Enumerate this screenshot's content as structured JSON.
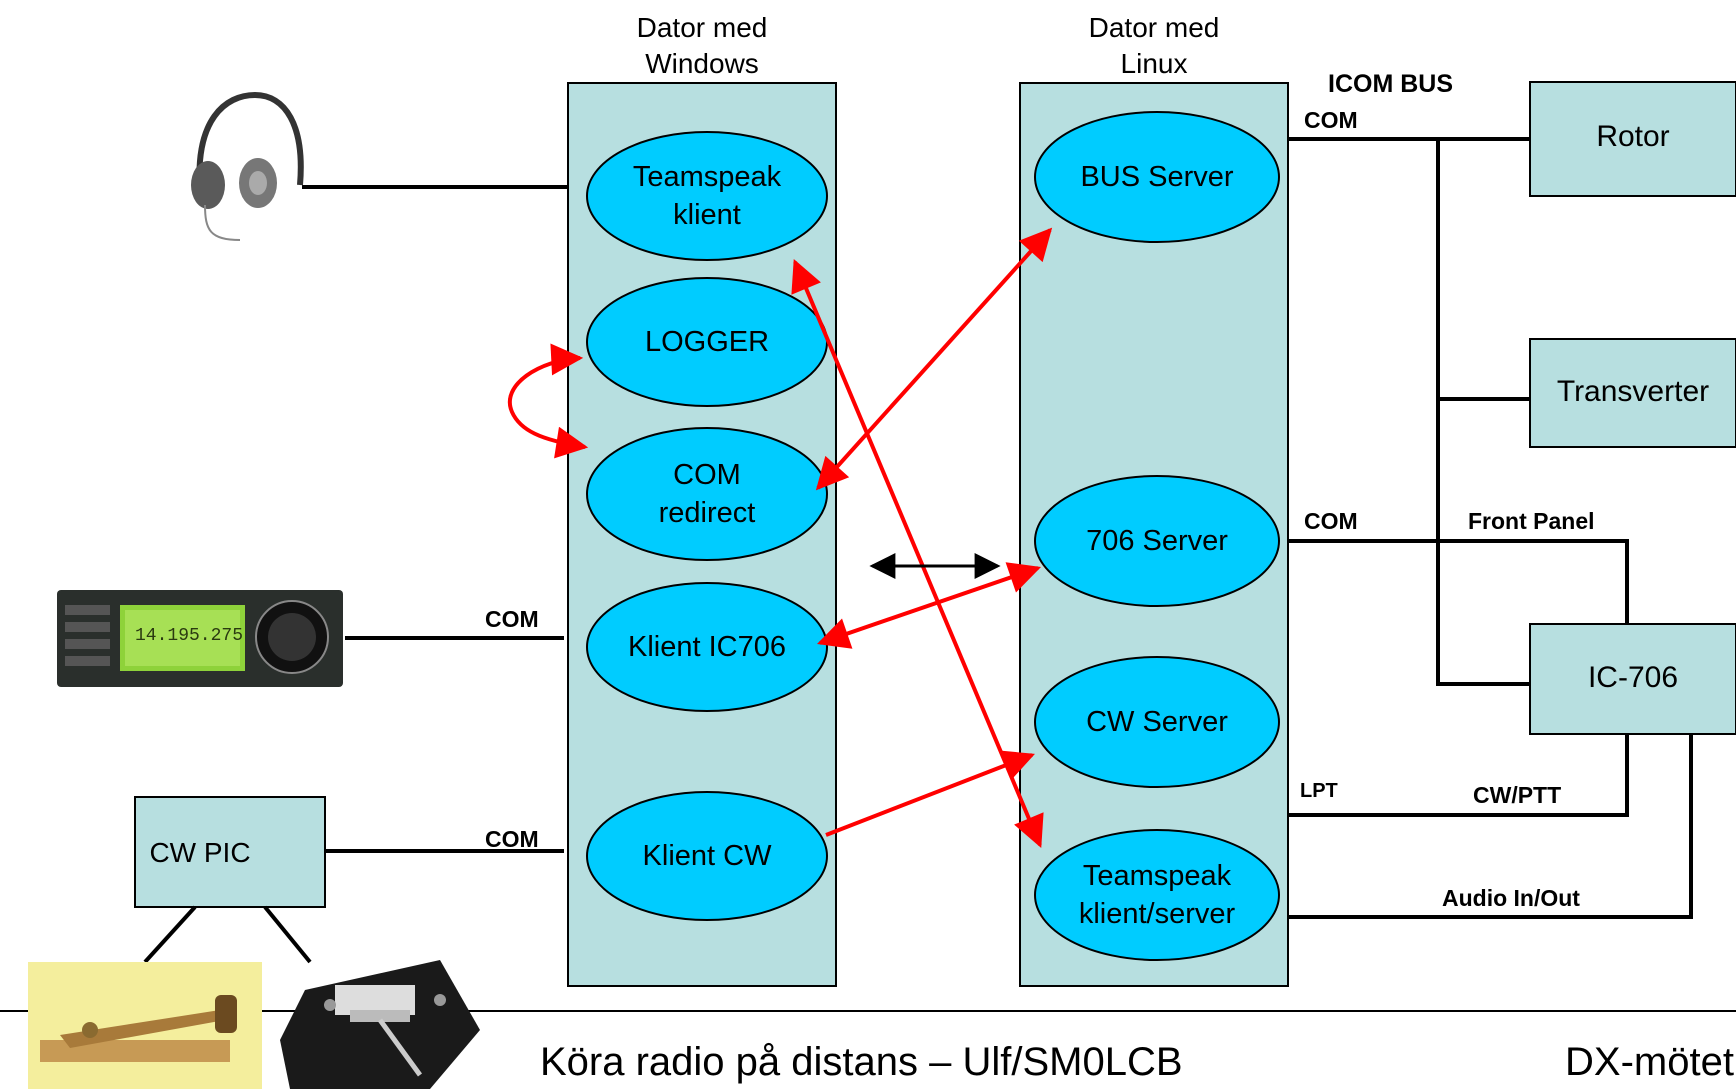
{
  "panels": {
    "windows_title": [
      "Dator med",
      "Windows"
    ],
    "linux_title": [
      "Dator med",
      "Linux"
    ]
  },
  "windows_nodes": {
    "teamspeak": [
      "Teamspeak",
      "klient"
    ],
    "logger": "LOGGER",
    "com_redirect": [
      "COM",
      "redirect"
    ],
    "klient_ic706": "Klient IC706",
    "klient_cw": "Klient CW"
  },
  "linux_nodes": {
    "bus_server": "BUS Server",
    "server_706": "706 Server",
    "cw_server": "CW Server",
    "teamspeak": [
      "Teamspeak",
      "klient/server"
    ]
  },
  "devices": {
    "rotor": "Rotor",
    "transverter": "Transverter",
    "ic706": "IC-706",
    "cw_pic": "CW PIC"
  },
  "connection_labels": {
    "icom_bus": "ICOM BUS",
    "com_bus": "COM",
    "com_706": "COM",
    "front_panel": "Front Panel",
    "lpt": "LPT",
    "cw_ptt": "CW/PTT",
    "audio": "Audio In/Out",
    "com_radio": "COM",
    "com_cwpic": "COM"
  },
  "footer": {
    "title": "Köra radio på distans – Ulf/SM0LCB",
    "event": "DX-mötet"
  },
  "colors": {
    "panel_fill": "#b7dfe0",
    "oval_fill": "#00ccff",
    "arrow_red": "#ff0000"
  }
}
